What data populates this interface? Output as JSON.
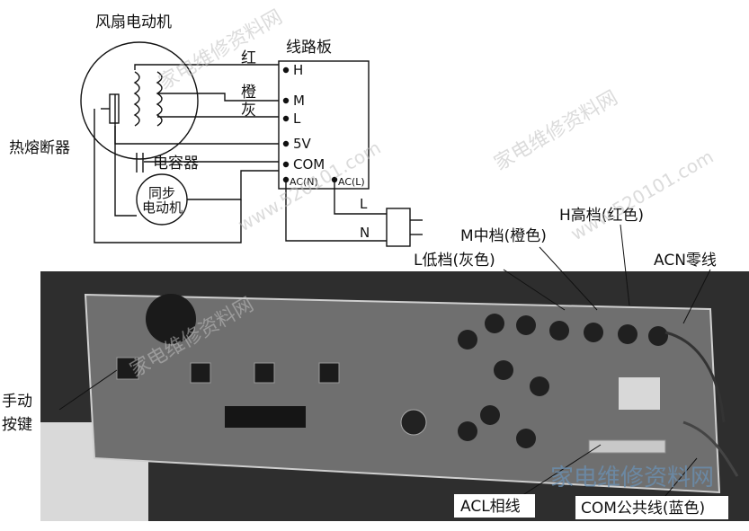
{
  "schematic": {
    "motor_title": "风扇电动机",
    "board_title": "线路板",
    "fuse": "热熔断器",
    "capacitor": "电容器",
    "sync_motor_line1": "同步",
    "sync_motor_line2": "电动机",
    "wire_red": "红",
    "wire_orange": "橙",
    "wire_gray": "灰",
    "pins": [
      "H",
      "M",
      "L",
      "5V",
      "COM"
    ],
    "ac_n": "AC(N)",
    "ac_l": "AC(L)",
    "plug_l": "L",
    "plug_n": "N"
  },
  "callouts": {
    "h_speed": "H高档(红色)",
    "m_speed": "M中档(橙色)",
    "l_speed": "L低档(灰色)",
    "acn": "ACN零线",
    "manual_line1": "手动",
    "manual_line2": "按键",
    "acl": "ACL相线",
    "com": "COM公共线(蓝色)"
  },
  "watermark": {
    "site": "家电维修资料网",
    "url": "www.520101.com"
  },
  "colors": {
    "board_green": "#5a5a5a",
    "background": "#ffffff",
    "line": "#111111"
  }
}
